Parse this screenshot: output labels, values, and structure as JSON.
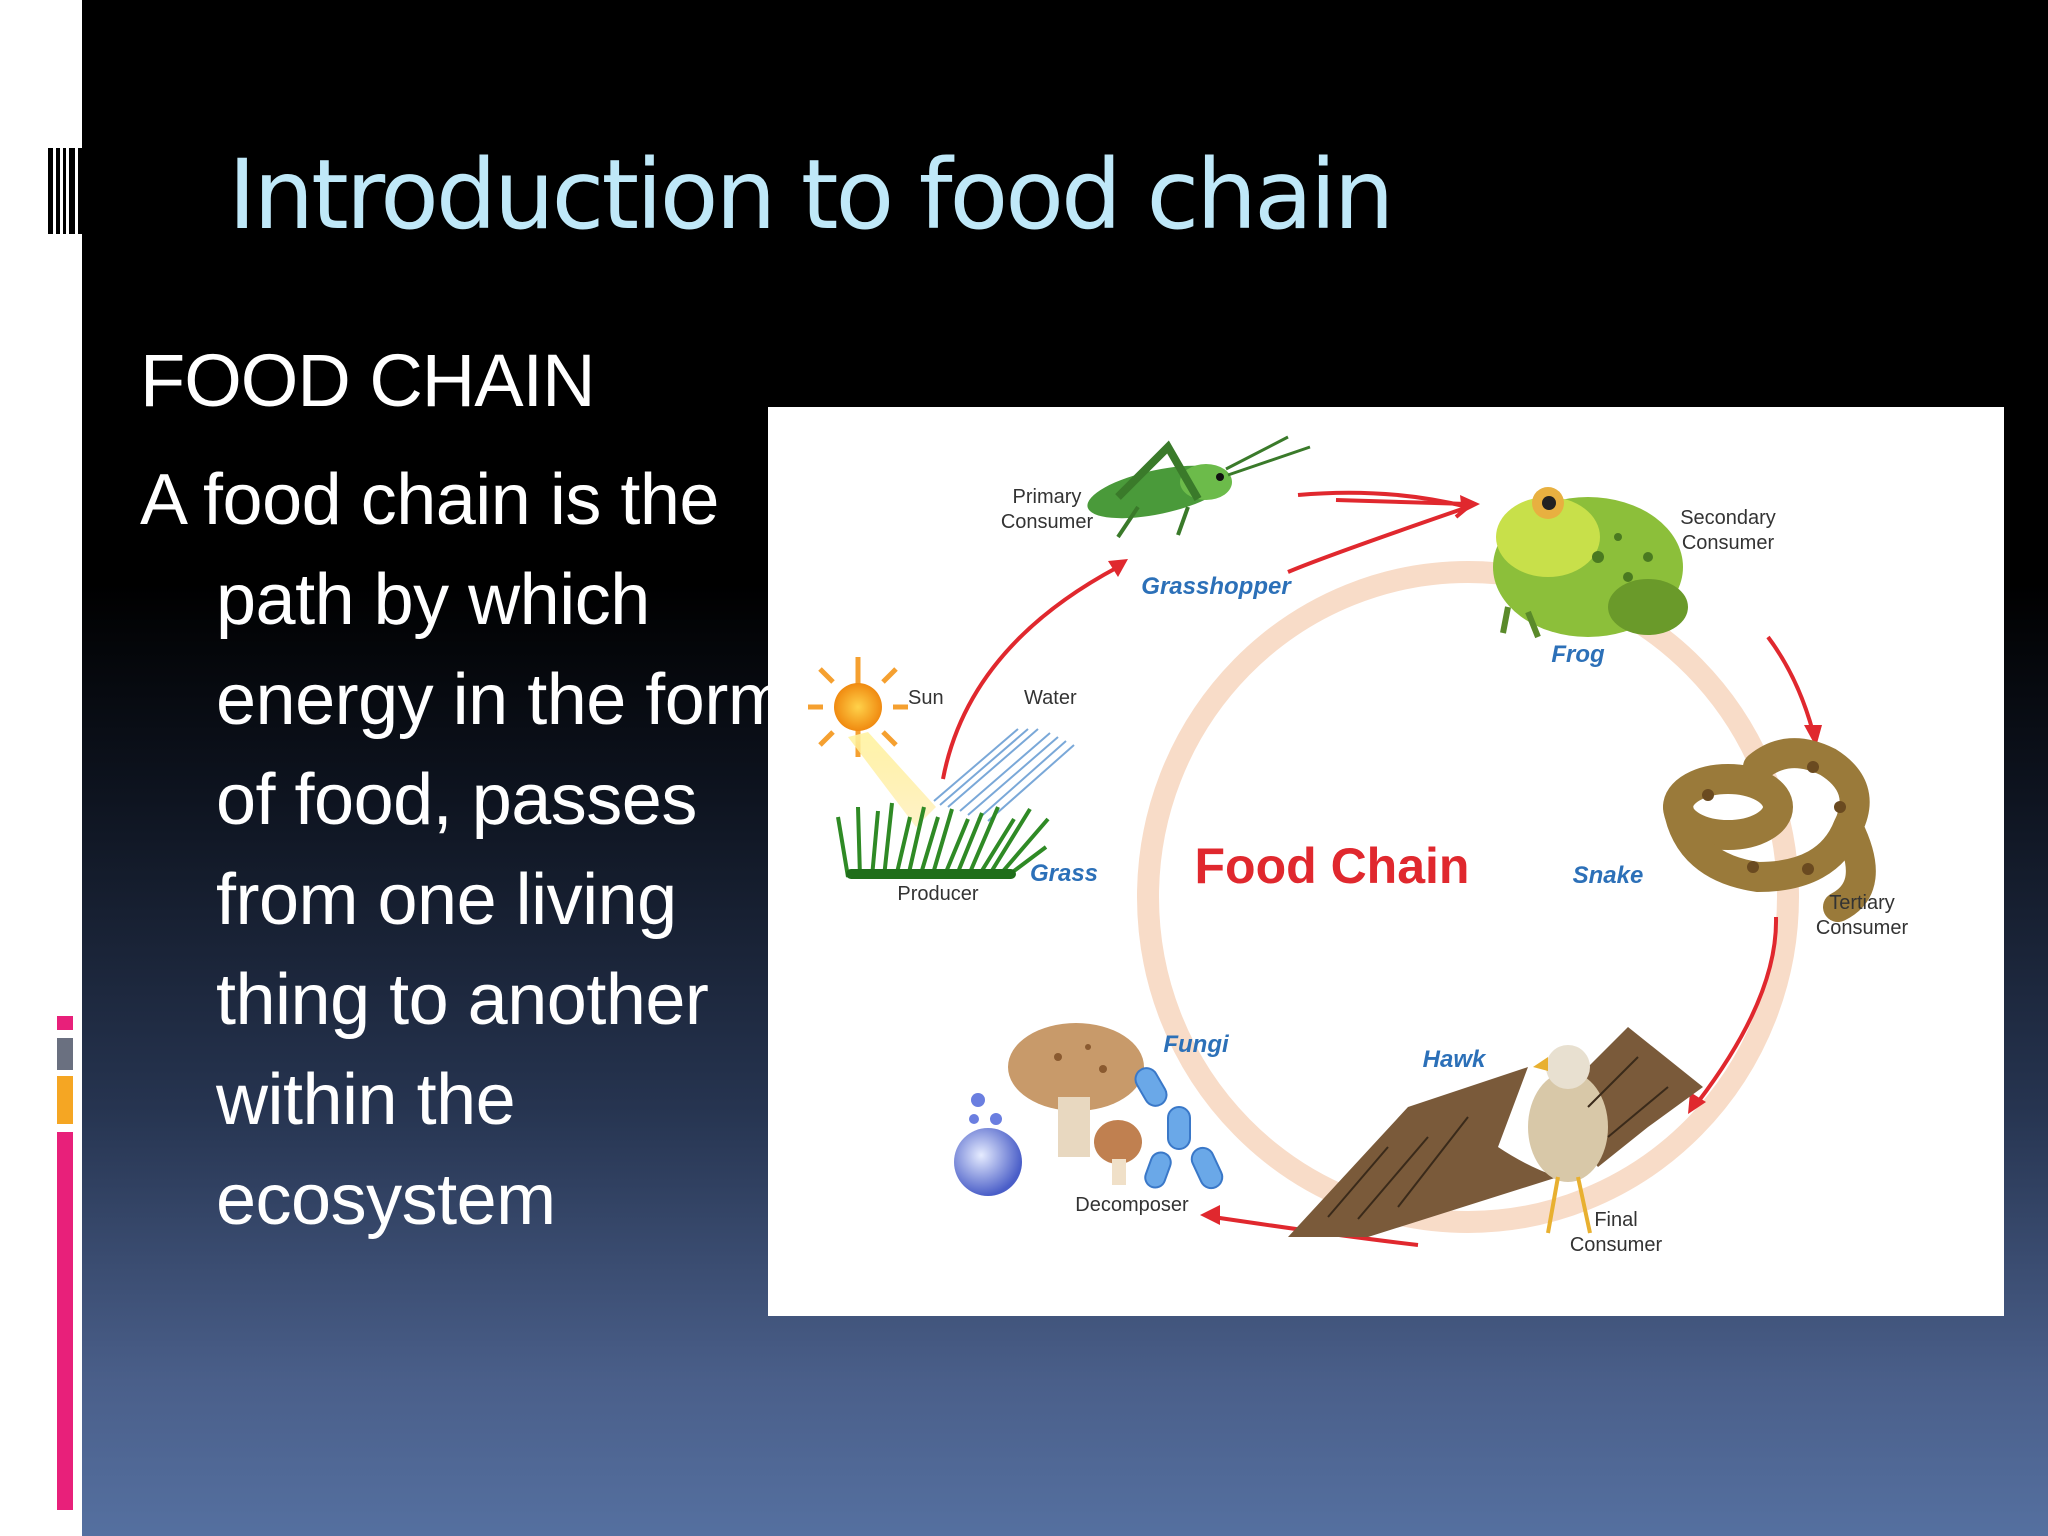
{
  "slide": {
    "title": "Introduction to food chain",
    "heading": "FOOD CHAIN",
    "body": "A food chain is the path by which energy in the form of food, passes from one living thing to another within the ecosystem"
  },
  "diagram": {
    "center_title": "Food Chain",
    "organisms": {
      "grass": "Grass",
      "grasshopper": "Grasshopper",
      "frog": "Frog",
      "snake": "Snake",
      "hawk": "Hawk",
      "fungi": "Fungi"
    },
    "roles": {
      "producer": "Producer",
      "primary_1": "Primary",
      "primary_2": "Consumer",
      "secondary_1": "Secondary",
      "secondary_2": "Consumer",
      "tertiary_1": "Tertiary",
      "tertiary_2": "Consumer",
      "final_1": "Final",
      "final_2": "Consumer",
      "decomposer": "Decomposer"
    },
    "inputs": {
      "sun": "Sun",
      "water": "Water"
    }
  },
  "colors": {
    "title": "#bfe8f8",
    "arrow": "#e0282e",
    "ring": "#f8dcc8",
    "organism_label": "#2c70b8",
    "accent_pink": "#e8207a",
    "accent_orange": "#f5a623",
    "accent_grey": "#6a7080"
  }
}
